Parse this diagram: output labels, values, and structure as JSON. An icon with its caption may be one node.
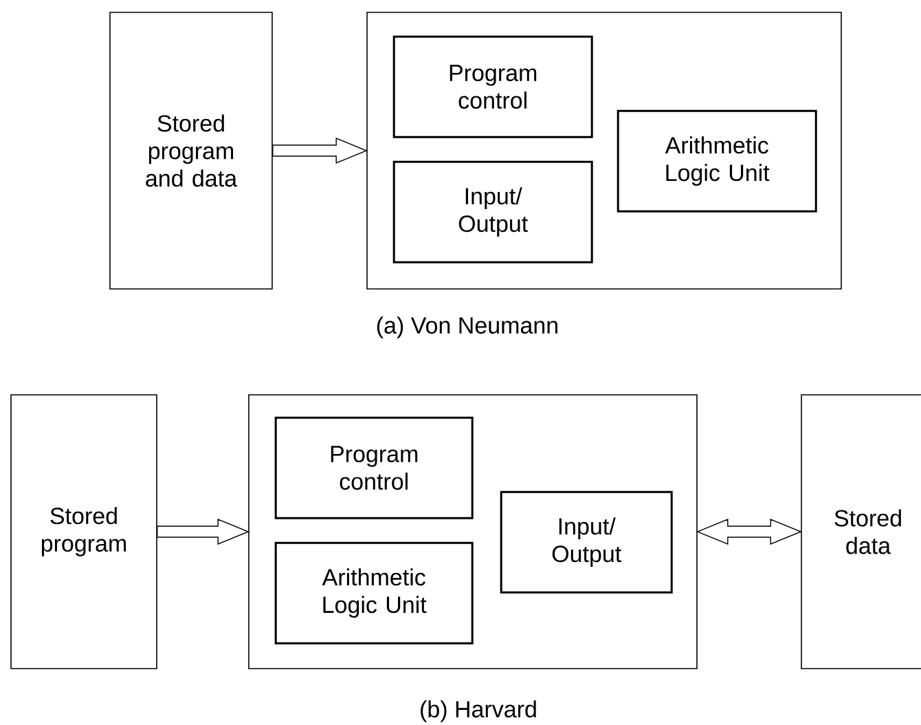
{
  "diagram": {
    "nodes": [
      {
        "text": [
          "Stored program and data"
        ]
      },
      {
        "text": [],
        "shape": "box"
      },
      {
        "text": [
          "Program control"
        ],
        "in": 1
      },
      {
        "text": [
          "Input/ Output"
        ],
        "in": 1
      },
      {
        "text": [
          "Arithmetic Logic Unit"
        ],
        "in": 1
      },
      {
        "text": [
          "Stored program"
        ]
      },
      {
        "text": [],
        "shape": "box"
      },
      {
        "text": [
          "Program control"
        ],
        "in": 6
      },
      {
        "text": [
          "Arithmetic Logic Unit"
        ],
        "in": 6
      },
      {
        "text": [
          "Input/ Output"
        ],
        "in": 6
      },
      {
        "text": [
          "Stored data"
        ]
      }
    ],
    "edges": [
      {
        "from": 0,
        "to": 1,
        "arrow": "to"
      },
      {
        "from": 5,
        "to": 6,
        "arrow": "to"
      },
      {
        "from": 6,
        "to": 10,
        "arrow": "both"
      }
    ],
    "labels": [
      "(a) Von Neumann",
      "(b) Harvard"
    ]
  }
}
